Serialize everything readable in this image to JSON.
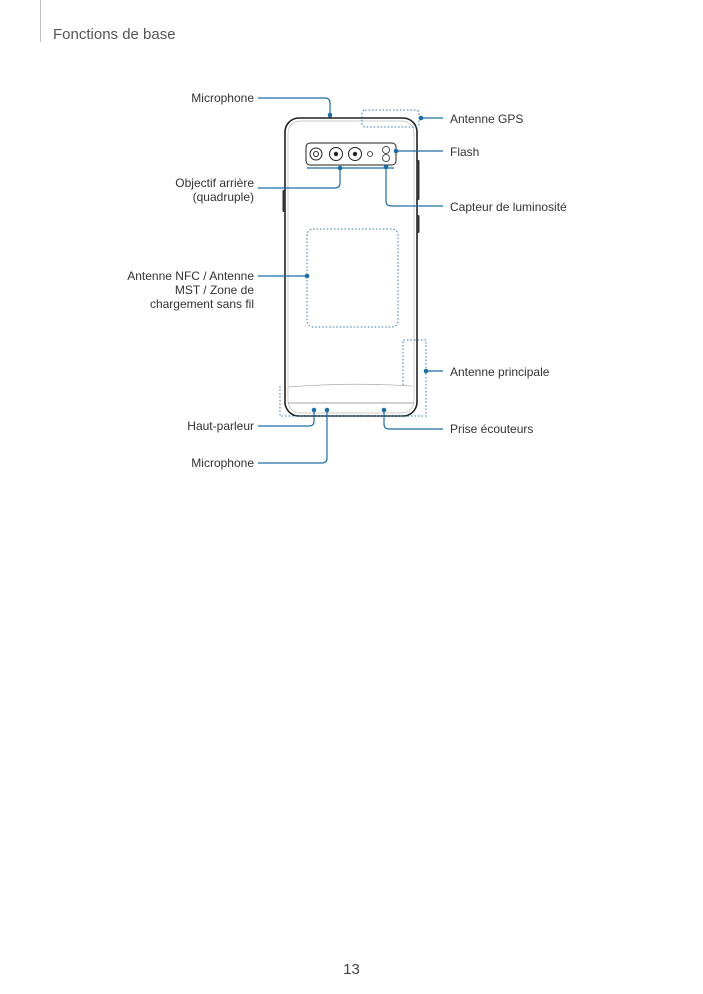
{
  "header": {
    "section_title": "Fonctions de base"
  },
  "callouts": {
    "microphone_top": "Microphone",
    "antenne_gps": "Antenne GPS",
    "flash": "Flash",
    "objectif_line1": "Objectif arrière",
    "objectif_line2": "(quadruple)",
    "capteur": "Capteur de luminosité",
    "nfc_line1": "Antenne NFC / Antenne",
    "nfc_line2": "MST / Zone de",
    "nfc_line3": "chargement sans fil",
    "antenne_principale": "Antenne principale",
    "haut_parleur": "Haut-parleur",
    "prise": "Prise écouteurs",
    "microphone_bottom": "Microphone"
  },
  "footer": {
    "page_number": "13"
  },
  "colors": {
    "callout_line": "#1a6fa8",
    "dotted_zone": "#2b7bbd",
    "phone_outline": "#222222"
  }
}
